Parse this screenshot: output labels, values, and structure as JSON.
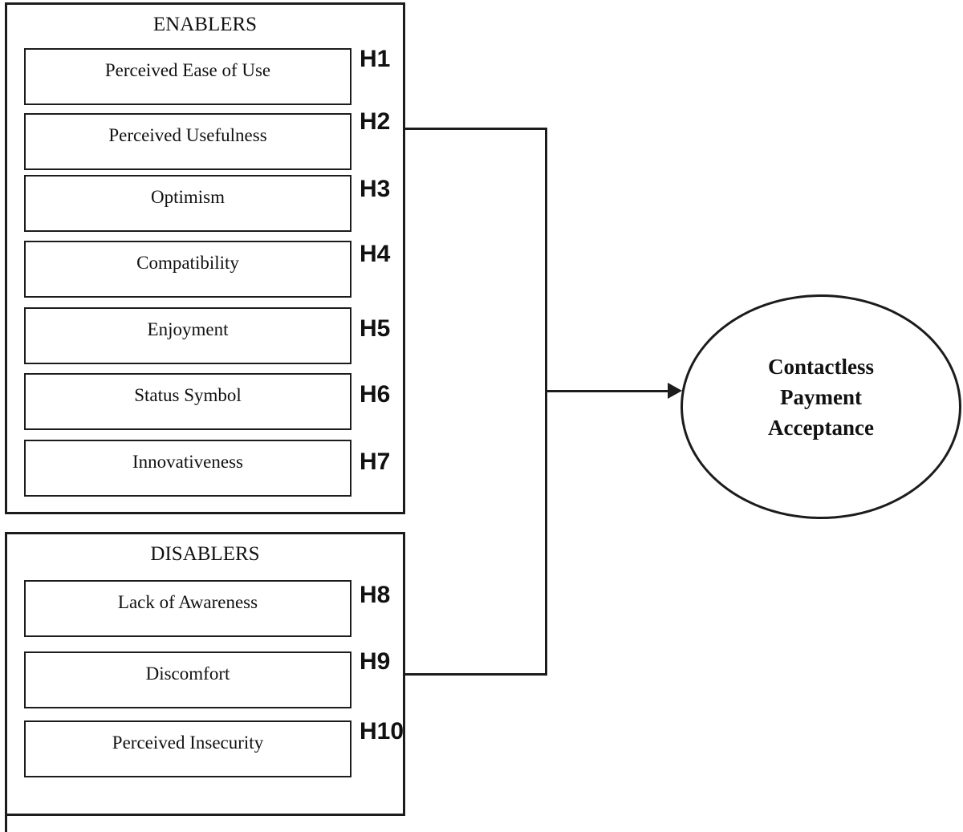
{
  "groups": [
    {
      "title": "ENABLERS",
      "items": [
        {
          "label": "Perceived Ease of Use",
          "hypothesis": "H1"
        },
        {
          "label": "Perceived Usefulness",
          "hypothesis": "H2"
        },
        {
          "label": "Optimism",
          "hypothesis": "H3"
        },
        {
          "label": "Compatibility",
          "hypothesis": "H4"
        },
        {
          "label": "Enjoyment",
          "hypothesis": "H5"
        },
        {
          "label": "Status Symbol",
          "hypothesis": "H6"
        },
        {
          "label": "Innovativeness",
          "hypothesis": "H7"
        }
      ]
    },
    {
      "title": "DISABLERS",
      "items": [
        {
          "label": "Lack of Awareness",
          "hypothesis": "H8"
        },
        {
          "label": "Discomfort",
          "hypothesis": "H9"
        },
        {
          "label": "Perceived Insecurity",
          "hypothesis": "H10"
        }
      ]
    }
  ],
  "outcome": {
    "label": "Contactless Payment Acceptance",
    "lines": [
      "Contactless",
      "Payment",
      "Acceptance"
    ]
  },
  "connector": {
    "from_groups": [
      "ENABLERS",
      "DISABLERS"
    ],
    "to": "Contactless Payment Acceptance",
    "arrow_direction": "right"
  },
  "colors": {
    "stroke": "#1c1c1c",
    "background": "#ffffff",
    "text": "#111111"
  }
}
